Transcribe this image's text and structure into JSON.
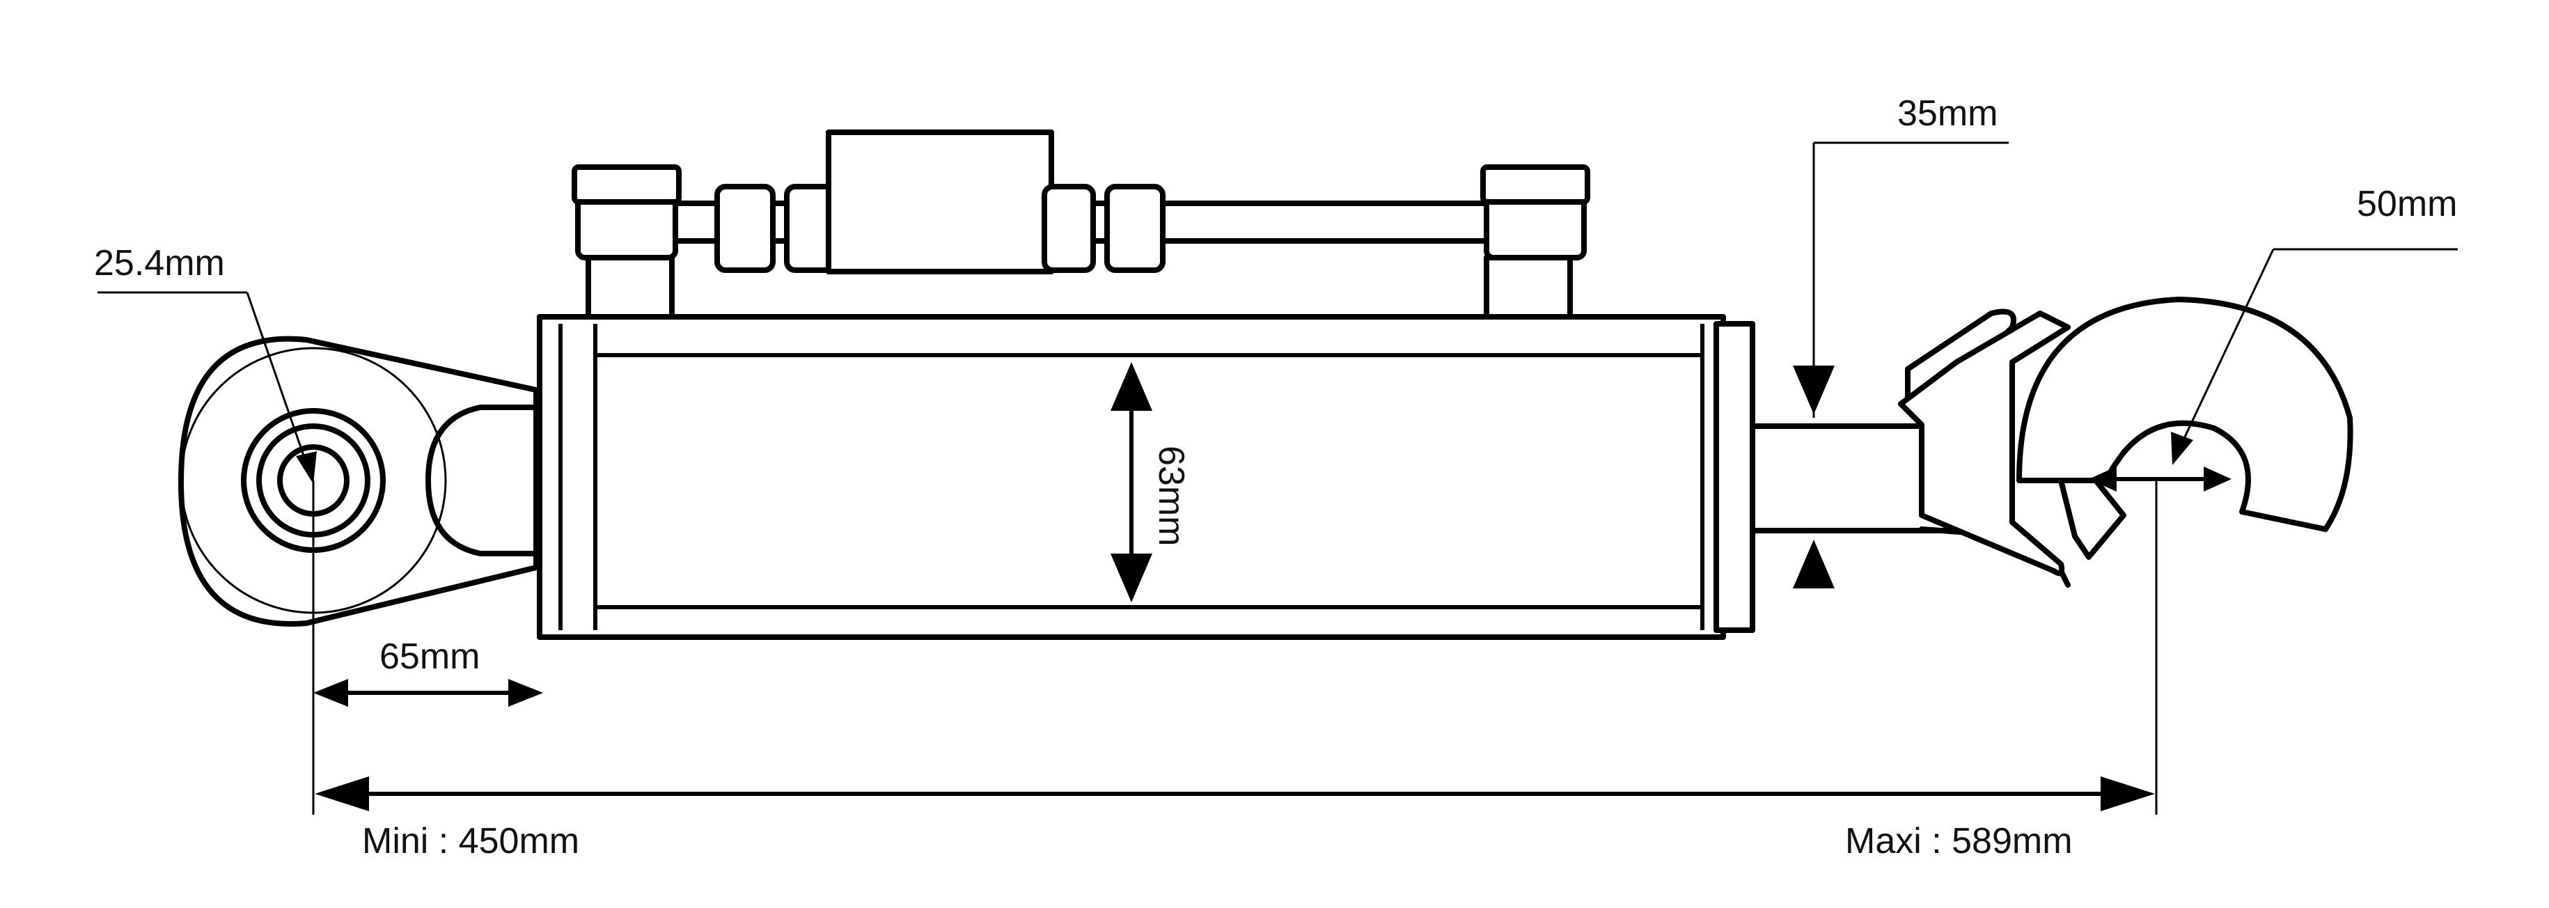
{
  "diagram": {
    "labels": {
      "pin_diameter": "25.4mm",
      "ball_offset": "65mm",
      "cylinder_bore": "63mm",
      "rod_diameter": "35mm",
      "hook_opening": "50mm",
      "min_length": "Mini : 450mm",
      "max_length": "Maxi : 589mm"
    }
  }
}
